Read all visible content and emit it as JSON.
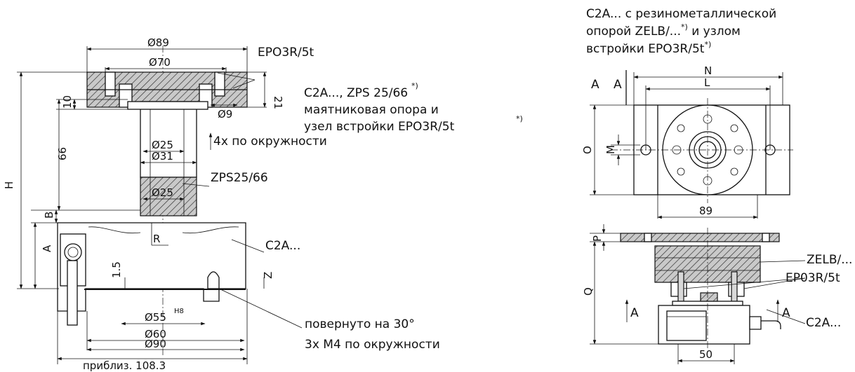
{
  "left_view": {
    "dims": {
      "d89": "Ø89",
      "d70": "Ø70",
      "d25_top": "Ø25",
      "d31": "Ø31",
      "d25_low": "Ø25",
      "d9": "Ø9",
      "d55": "Ø55",
      "d55_tol": "H8",
      "d60": "Ø60",
      "d90": "Ø90",
      "approx_width": "приблиз. 108.3",
      "h66": "66",
      "h10": "10",
      "h21": "21",
      "h15": "1.5",
      "H": "H",
      "A": "A",
      "B": "B",
      "R": "R",
      "Z": "Z"
    },
    "labels": {
      "epo3r": "EPO3R/5t",
      "zps": "ZPS25/66",
      "c2a": "C2A...",
      "holes_circle": "4x по окружности",
      "rotated": "повернуто на 30°",
      "m4_circle": "3x M4 по окружности"
    },
    "note_lines": [
      "C2A..., ZPS 25/66",
      "маятниковая опора и",
      "узел встройки EPO3R/5t"
    ],
    "note_marker": "*)"
  },
  "right_view": {
    "title_lines": [
      "C2A... с резинометаллической",
      "опорой ZELB/...",
      "встройки EPO3R/5t"
    ],
    "title_line2_suffix": " и узлом",
    "title_marker": "*)",
    "dims": {
      "N": "N",
      "L": "L",
      "O": "O",
      "M": "M",
      "w89": "89",
      "P": "P",
      "Q": "Q",
      "w50": "50"
    },
    "section_marks": {
      "a1": "A",
      "a2": "A",
      "a3": "A",
      "a4": "A"
    },
    "labels": {
      "zelb": "ZELB/...",
      "epo3r": "EP03R/5t",
      "c2a": "C2A..."
    }
  }
}
